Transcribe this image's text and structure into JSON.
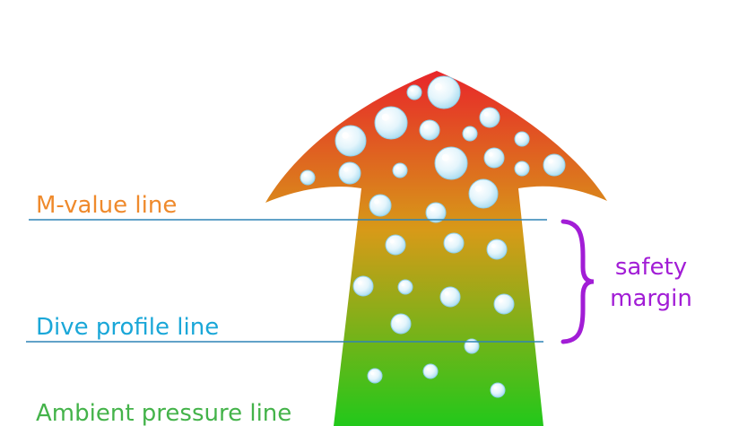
{
  "labels": {
    "m_value": "M-value line",
    "dive_profile": "Dive profile line",
    "ambient": "Ambient pressure line",
    "safety_line1": "safety",
    "safety_line2": "margin"
  },
  "colors": {
    "m_value_text": "#ef8a2c",
    "dive_profile_text": "#1aa7d8",
    "ambient_text": "#44b34a",
    "line": "#2f84b5",
    "brace": "#a21dd6",
    "gradient_top": "#e8262a",
    "gradient_mid": "#d79a18",
    "gradient_bottom": "#22c81a",
    "bubble_fill": "#dff3fb",
    "bubble_stroke": "#8fd0ea"
  }
}
